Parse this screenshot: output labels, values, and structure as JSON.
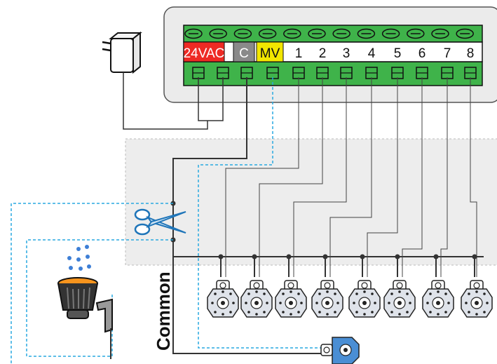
{
  "terminal_labels": [
    "24VAC",
    "C",
    "MV",
    "1",
    "2",
    "3",
    "4",
    "5",
    "6",
    "7",
    "8"
  ],
  "common_label": "Common",
  "zone_valve_count": 8,
  "colors": {
    "panel": "#ebebeb",
    "terminal_green": "#3fb34a",
    "label_24vac_bg": "#ee2a24",
    "label_c_bg": "#8a8a8a",
    "label_mv_bg": "#f2e600",
    "dashed_wire": "#29a9e0",
    "valve_fill": "#dfe3ea",
    "master_valve_fill": "#4a8ed4",
    "water_drops": "#3d7fd6",
    "sensor_flame": "#f7941d"
  },
  "icons": [
    "power-adapter-icon",
    "scissors-icon",
    "rain-sensor-icon",
    "valve-icon",
    "master-valve-icon"
  ]
}
